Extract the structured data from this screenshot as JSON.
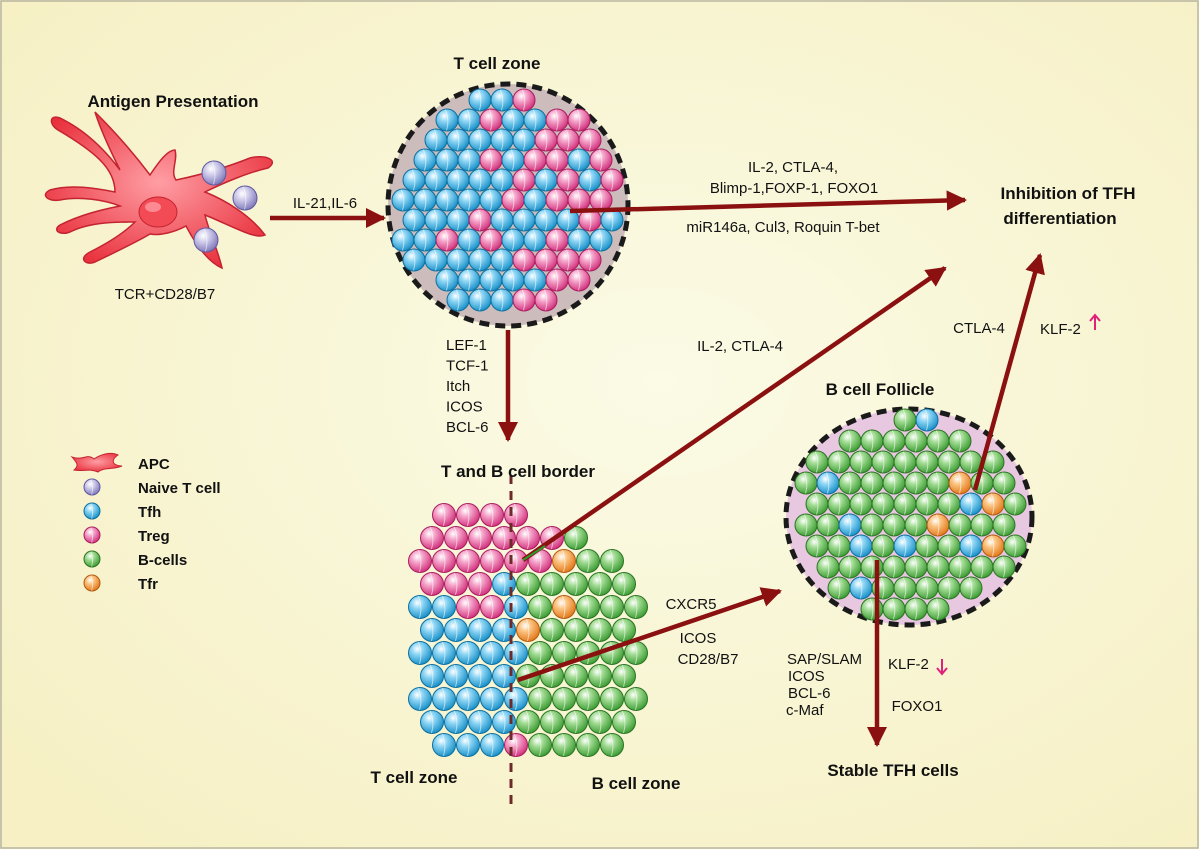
{
  "titles": {
    "antigen_presentation": "Antigen Presentation",
    "t_cell_zone_top": "T cell zone",
    "t_b_border": "T and B cell border",
    "b_cell_follicle": "B cell Follicle",
    "t_cell_zone_bottom": "T cell zone",
    "b_cell_zone": "B cell zone",
    "inhibition_line1": "Inhibition of TFH",
    "inhibition_line2": "differentiation",
    "stable_tfh": "Stable TFH cells"
  },
  "labels": {
    "tcr": "TCR+CD28/B7",
    "il21_il6": "IL-21,IL-6",
    "inhibit_top1": "IL-2, CTLA-4,",
    "inhibit_top2": "Blimp-1,FOXP-1, FOXO1",
    "inhibit_bottom": "miR146a, Cul3, Roquin T-bet",
    "down_list": [
      "LEF-1",
      "TCF-1",
      "Itch",
      "ICOS",
      "BCL-6"
    ],
    "il2_ctla4": "IL-2, CTLA-4",
    "ctla4": "CTLA-4",
    "klf2_up": "KLF-2",
    "klf2_down": "KLF-2",
    "cxcr5": "CXCR5",
    "icos": "ICOS",
    "cd28b7": "CD28/B7",
    "right_list": [
      "SAP/SLAM",
      "ICOS",
      "BCL-6",
      "c-Maf"
    ],
    "foxo1": "FOXO1"
  },
  "legend": [
    {
      "label": "APC",
      "kind": "apc"
    },
    {
      "label": "Naive T cell",
      "kind": "naive"
    },
    {
      "label": "Tfh",
      "kind": "tfh"
    },
    {
      "label": "Treg",
      "kind": "treg"
    },
    {
      "label": "B-cells",
      "kind": "bcell"
    },
    {
      "label": "Tfr",
      "kind": "tfr"
    }
  ],
  "colors": {
    "arrow": "#8b1010",
    "apc": "#e8404a",
    "naive": "#a9a5d4",
    "tfh": "#2aaae2",
    "treg": "#e6559a",
    "bcell": "#52b848",
    "tfr": "#f29431",
    "up_arrow": "#e0207a",
    "t_zone_fill": "#cdbcbc",
    "follicle_fill": "#e8c8e0"
  }
}
